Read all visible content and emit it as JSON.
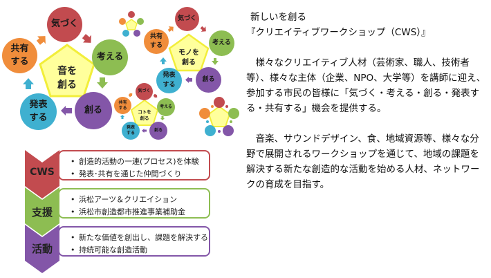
{
  "colors": {
    "red": "#c24b4f",
    "green": "#8dbd52",
    "purple": "#8356a8",
    "blue": "#3fb0d0",
    "orange": "#f08d3b",
    "yellow_fill": "#ffff9c",
    "yellow_stroke": "#f2ee3a"
  },
  "cycle_large": {
    "center": "音を\n創る",
    "nodes": [
      "気づく",
      "考える",
      "創る",
      "発表\nする",
      "共有\nする"
    ]
  },
  "cycle_medium": {
    "center": "モノを\n創る",
    "nodes": [
      "気づく",
      "考える",
      "創る",
      "発表\nする",
      "共有\nする"
    ]
  },
  "cycle_small": {
    "center": "コトを\n創る",
    "nodes": [
      "気づく",
      "考える",
      "創る",
      "発表\nする",
      "共有\nする"
    ]
  },
  "process": [
    {
      "label": "CWS",
      "items": [
        "創造的活動の一連(プロセス)を体験",
        "発表･共有を通じた仲間づくり"
      ]
    },
    {
      "label": "支援",
      "items": [
        "浜松アーツ＆クリエイション",
        "浜松市創造都市推進事業補助金"
      ]
    },
    {
      "label": "活動",
      "items": [
        "新たな価値を創出し、課題を解決する",
        "持続可能な創造活動"
      ]
    }
  ],
  "text": {
    "title_line1": "新しいを創る",
    "title_line2": "『クリエイティブワークショップ（CWS）』",
    "para1": "　様々なクリエイティブ人材（芸術家、職人、技術者等）、様々な主体（企業、NPO、大学等）を講師に迎え、参加する市民の皆様に「気づく・考える・創る・発表する・共有する」機会を提供する。",
    "para2": "　音楽、サウンドデザイン、食、地域資源等、様々な分野で展開されるワークショップを通じて、地域の課題を解決する新たな創造的な活動を始める人材、ネットワークの育成を目指す。"
  }
}
